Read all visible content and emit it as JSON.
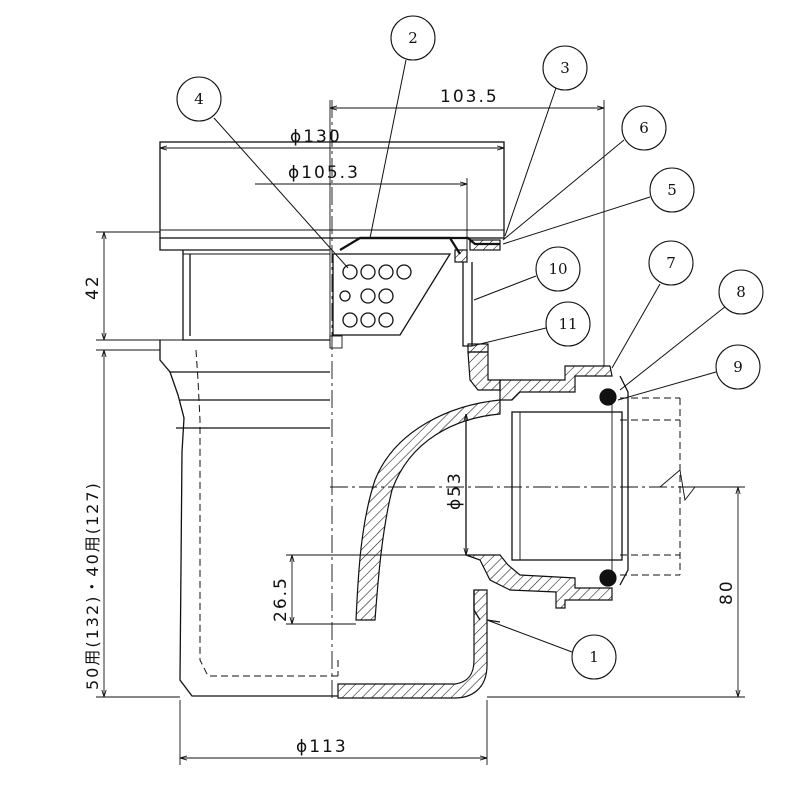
{
  "dimensions": {
    "d_103_5": "103.5",
    "d_130": "ϕ130",
    "d_105_3": "ϕ105.3",
    "d_42": "42",
    "d_127": "50用(132)・40用(127)",
    "d_53": "ϕ53",
    "d_26_5": "26.5",
    "d_80": "80",
    "d_113": "ϕ113"
  },
  "callouts": [
    "1",
    "2",
    "3",
    "4",
    "5",
    "6",
    "7",
    "8",
    "9",
    "10",
    "11"
  ]
}
